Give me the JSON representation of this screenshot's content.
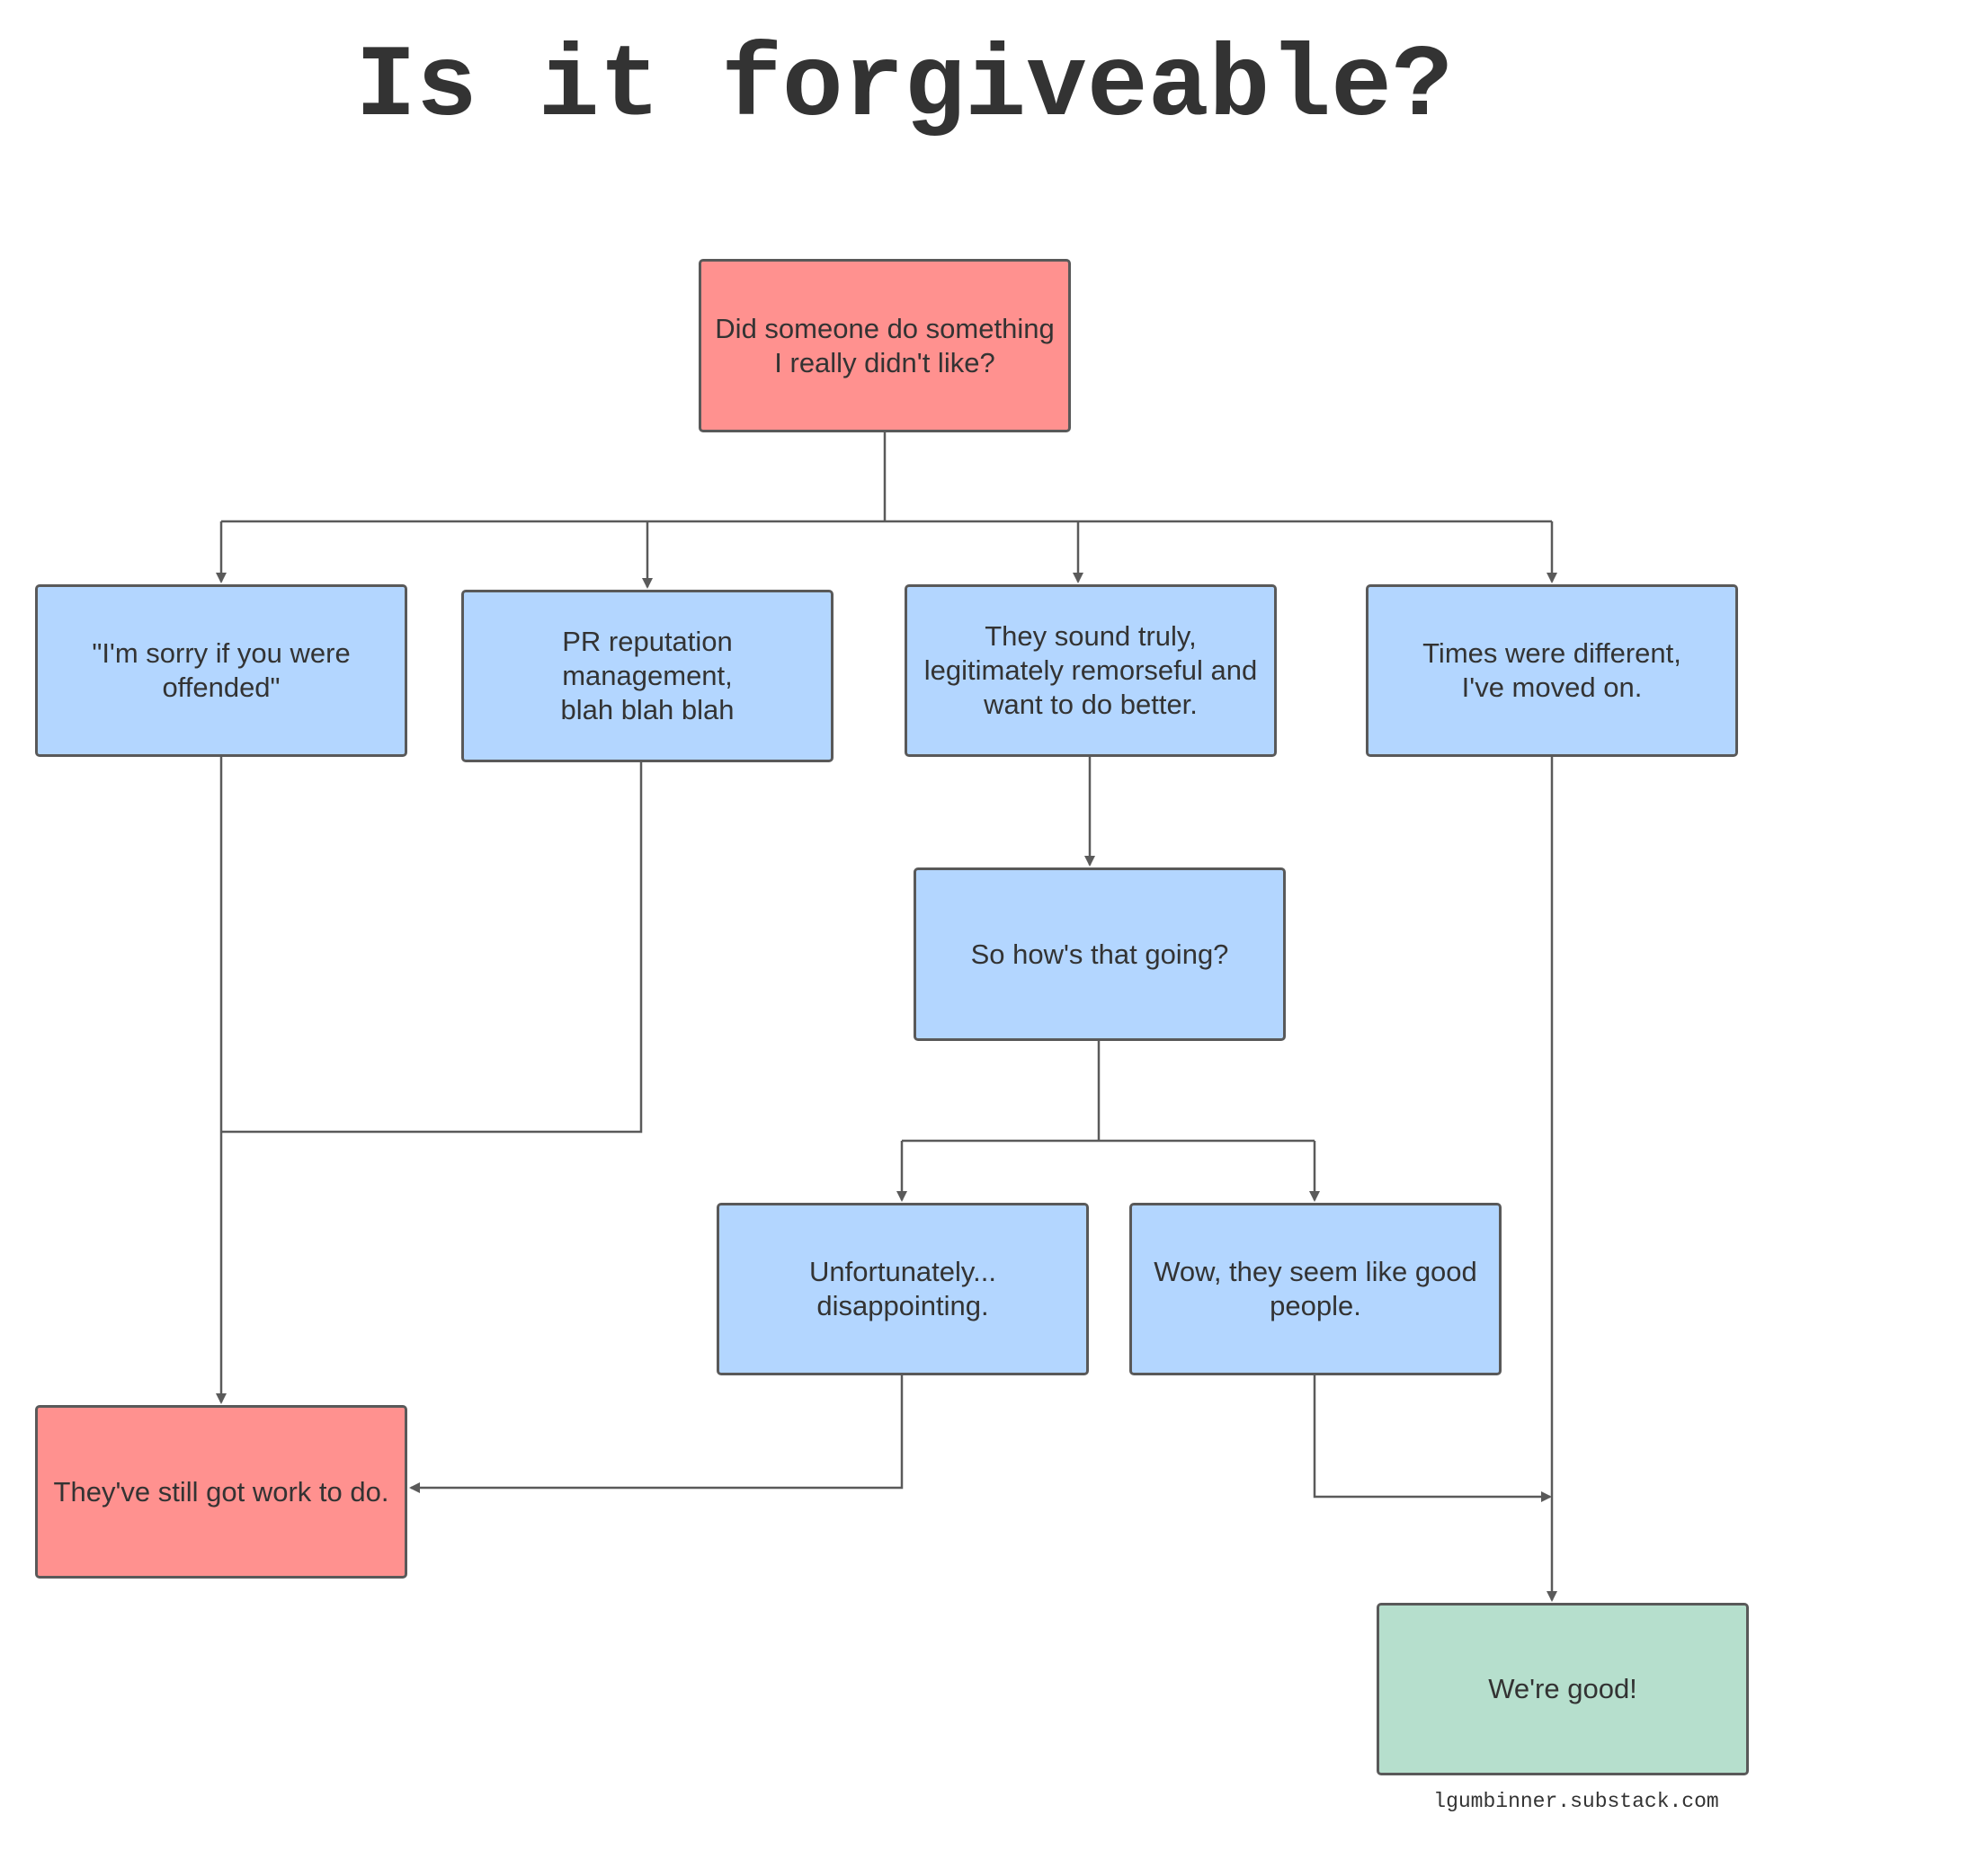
{
  "title": "Is it forgiveable?",
  "colors": {
    "question": "#FF918F",
    "option": "#B3D6FF",
    "good": "#B6DFCD",
    "border": "#595959",
    "line": "#5A5A5A",
    "text": "#333333"
  },
  "nodes": {
    "root": {
      "label": "Did someone do something\nI really didn't like?"
    },
    "sorry": {
      "label": "\"I'm sorry if you were\noffended\""
    },
    "pr": {
      "label": "PR reputation\nmanagement,\nblah blah blah"
    },
    "remorse": {
      "label": "They sound truly,\nlegitimately remorseful and\nwant to do better."
    },
    "times": {
      "label": "Times were different,\nI've moved on."
    },
    "going": {
      "label": "So how's that going?"
    },
    "unfortunately": {
      "label": "Unfortunately...\ndisappointing."
    },
    "wow": {
      "label": "Wow, they seem like good\npeople."
    },
    "work": {
      "label": "They've still got work to do."
    },
    "good": {
      "label": "We're good!"
    }
  },
  "footer": "lgumbinner.substack.com"
}
